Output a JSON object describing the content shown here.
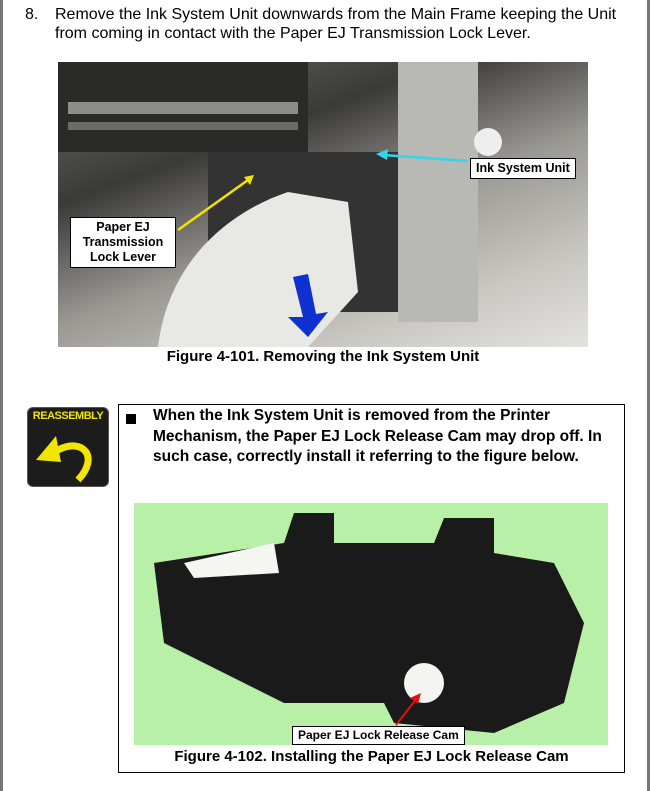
{
  "step": {
    "number": "8.",
    "text": "Remove the Ink System Unit downwards from the Main Frame keeping the Unit from coming in contact with the Paper EJ Transmission Lock Lever."
  },
  "figure1": {
    "caption": "Figure 4-101. Removing the Ink System Unit",
    "labels": {
      "ink_system_unit": "Ink System Unit",
      "lock_lever": "Paper EJ Transmission Lock Lever"
    }
  },
  "reassembly": {
    "icon_label": "REASSEMBLY",
    "note": "When the Ink System Unit is removed from the Printer Mechanism, the Paper EJ Lock Release Cam may drop off. In such case, correctly install it referring to the figure below."
  },
  "figure2": {
    "caption": "Figure 4-102. Installing the Paper EJ Lock Release Cam",
    "labels": {
      "cam": "Paper EJ Lock Release Cam"
    }
  },
  "colors": {
    "arrow_cyan": "#33d6e8",
    "arrow_yellow": "#f2e600",
    "arrow_red": "#e01010",
    "arrow_blue": "#1030d0",
    "photo_green": "#b8f0a8"
  }
}
